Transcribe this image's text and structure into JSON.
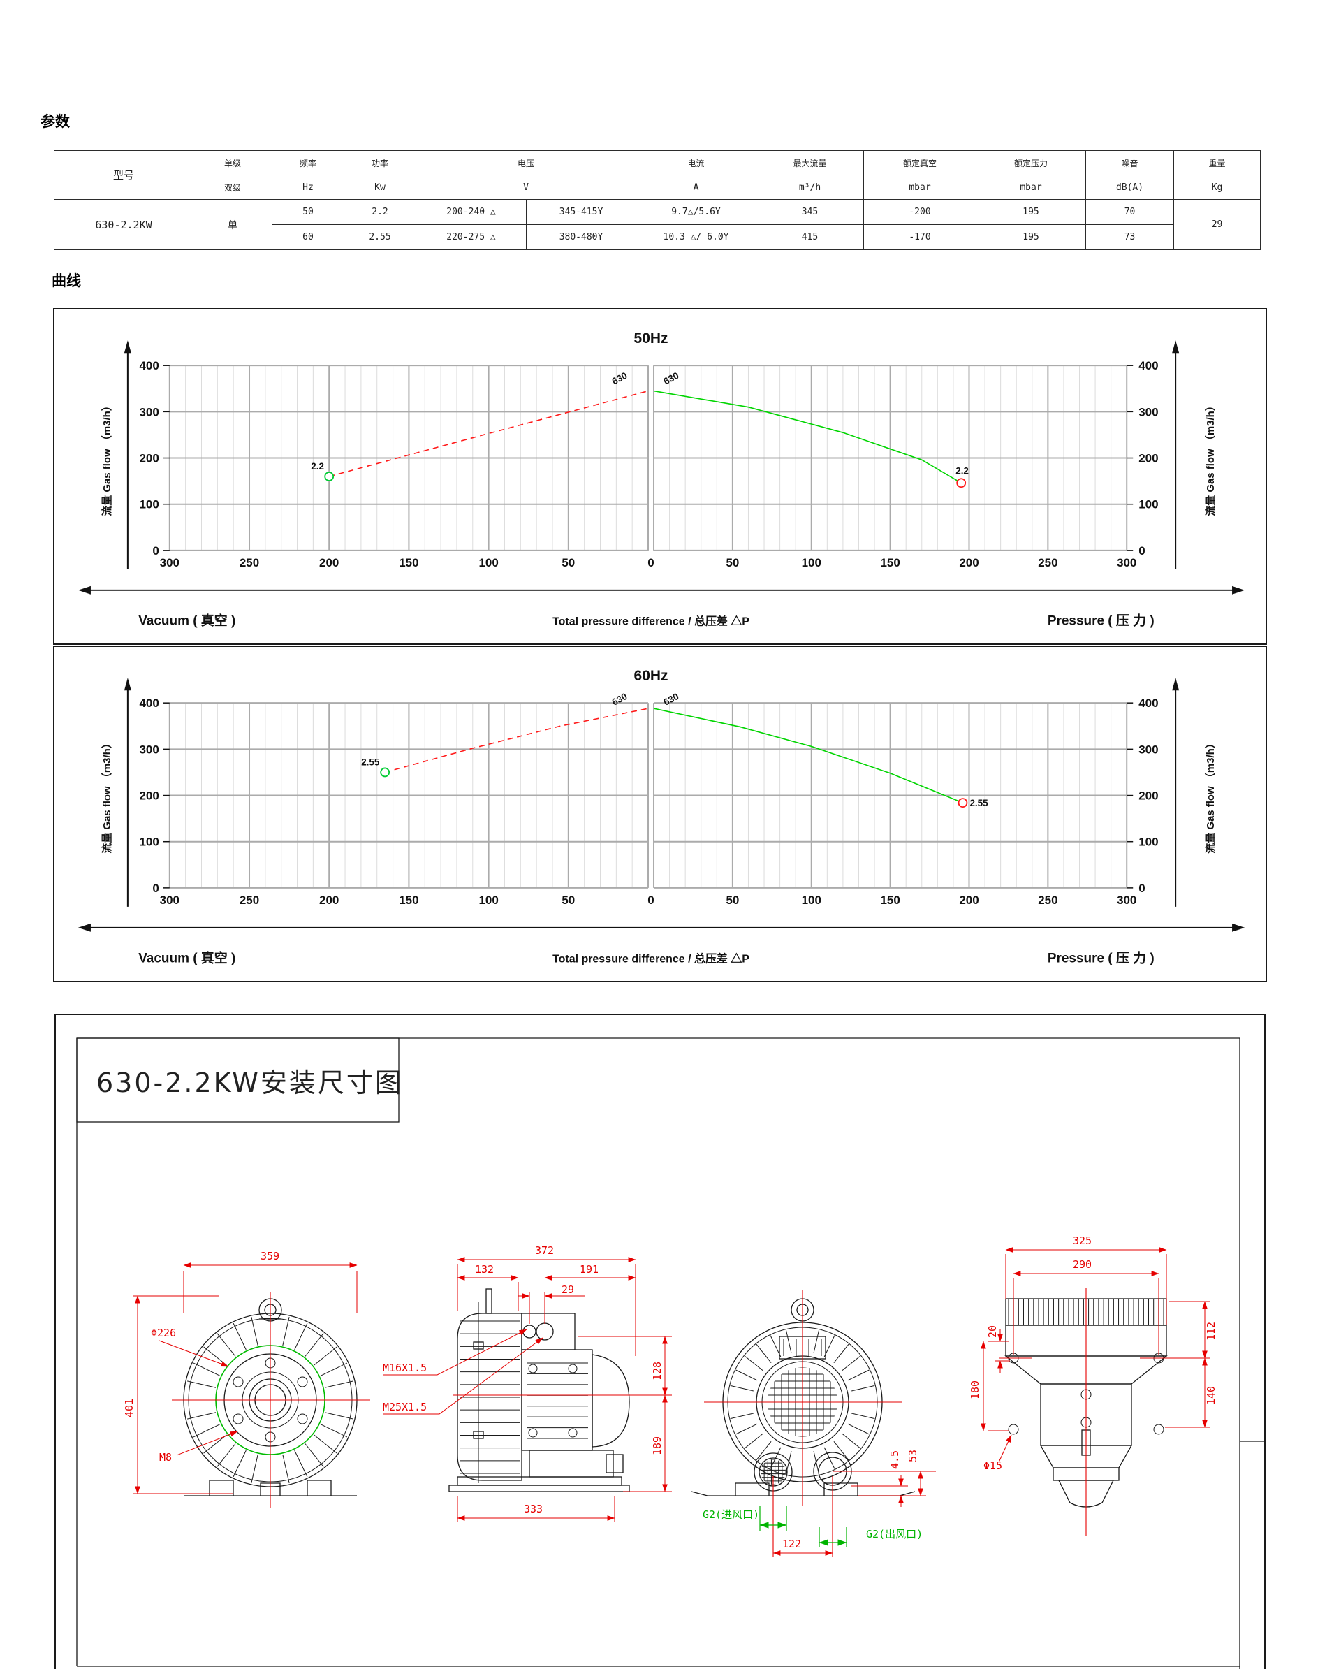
{
  "page": {
    "params_title": "参数",
    "curves_title": "曲线"
  },
  "params_table": {
    "model_header": "型号",
    "stage_top": "单级",
    "stage_bottom": "双级",
    "cols": [
      {
        "top": "频率",
        "unit": "Hz"
      },
      {
        "top": "功率",
        "unit": "Kw"
      },
      {
        "top": "电压",
        "unit": "V"
      },
      {
        "top": "电流",
        "unit": "A"
      },
      {
        "top": "最大流量",
        "unit": "m³/h"
      },
      {
        "top": "额定真空",
        "unit": "mbar"
      },
      {
        "top": "额定压力",
        "unit": "mbar"
      },
      {
        "top": "噪音",
        "unit": "dB(A)"
      },
      {
        "top": "重量",
        "unit": "Kg"
      }
    ],
    "model": "630-2.2KW",
    "stage_value": "单",
    "weight": "29",
    "rows": [
      {
        "freq": "50",
        "power": "2.2",
        "v_delta": "200-240  △",
        "v_star": "345-415Y",
        "current": "9.7△/5.6Y",
        "flow": "345",
        "vacuum": "-200",
        "pressure": "195",
        "noise": "70"
      },
      {
        "freq": "60",
        "power": "2.55",
        "v_delta": "220-275  △",
        "v_star": "380-480Y",
        "current": "10.3 △/ 6.0Y",
        "flow": "415",
        "vacuum": "-170",
        "pressure": "195",
        "noise": "73"
      }
    ]
  },
  "chart_data": [
    {
      "type": "line",
      "title": "50Hz",
      "ylabel": "流量 Gas flow （m3/h）",
      "xlabel_left": "Vacuum ( 真空 )",
      "xlabel_center": "Total pressure difference / 总压差 △P",
      "xlabel_right": "Pressure ( 压 力 )",
      "x_axis": {
        "left_max": 300,
        "right_max": 300,
        "major_step": 50,
        "minor_step": 10
      },
      "y_axis": {
        "min": 0,
        "max": 400,
        "major_step": 100
      },
      "series": [
        {
          "name": "vacuum-curve",
          "color": "#ff1a1a",
          "dash": true,
          "points": [
            [
              -200,
              160
            ],
            [
              -100,
              253
            ],
            [
              0,
              345
            ]
          ],
          "marker": {
            "x": -200,
            "y": 160,
            "color": "#00cc33",
            "label": "2.2",
            "label_dx": -26,
            "label_dy": -10
          }
        },
        {
          "name": "pressure-curve",
          "color": "#00d500",
          "dash": false,
          "points": [
            [
              0,
              345
            ],
            [
              60,
              310
            ],
            [
              120,
              255
            ],
            [
              170,
              196
            ],
            [
              195,
              146
            ]
          ],
          "marker": {
            "x": 195,
            "y": 146,
            "color": "#ff1a1a",
            "label": "2.2",
            "label_dx": -8,
            "label_dy": -13
          }
        }
      ],
      "annotations": [
        {
          "text": "630",
          "x": -17,
          "y": 366,
          "rot": -28
        },
        {
          "text": "630",
          "x": 12,
          "y": 366,
          "rot": -28
        }
      ]
    },
    {
      "type": "line",
      "title": "60Hz",
      "ylabel": "流量 Gas flow （m3/h）",
      "xlabel_left": "Vacuum ( 真空 )",
      "xlabel_center": "Total pressure difference / 总压差 △P",
      "xlabel_right": "Pressure ( 压 力 )",
      "x_axis": {
        "left_max": 300,
        "right_max": 300,
        "major_step": 50,
        "minor_step": 10
      },
      "y_axis": {
        "min": 0,
        "max": 400,
        "major_step": 100
      },
      "series": [
        {
          "name": "vacuum-curve",
          "color": "#ff1a1a",
          "dash": true,
          "points": [
            [
              -165,
              250
            ],
            [
              -110,
              302
            ],
            [
              -55,
              350
            ],
            [
              0,
              388
            ]
          ],
          "marker": {
            "x": -165,
            "y": 250,
            "color": "#00cc33",
            "label": "2.55",
            "label_dx": -34,
            "label_dy": -10
          }
        },
        {
          "name": "pressure-curve",
          "color": "#00d500",
          "dash": false,
          "points": [
            [
              0,
              388
            ],
            [
              55,
              348
            ],
            [
              100,
              306
            ],
            [
              150,
              248
            ],
            [
              196,
              184
            ]
          ],
          "marker": {
            "x": 196,
            "y": 184,
            "color": "#ff1a1a",
            "label": "2.55",
            "label_dx": 10,
            "label_dy": 5
          }
        }
      ],
      "annotations": [
        {
          "text": "630",
          "x": -17,
          "y": 402,
          "rot": -28
        },
        {
          "text": "630",
          "x": 12,
          "y": 402,
          "rot": -28
        }
      ]
    }
  ],
  "drawings": {
    "sheet_title": "630-2.2KW安装尺寸图",
    "front": {
      "width": "359",
      "height": "401",
      "impeller_circle": "Φ226",
      "bolt": "M8"
    },
    "side": {
      "total": "372",
      "fan_section": "132",
      "motor_section": "191",
      "gland_offset": "29",
      "thread_small": "M16X1.5",
      "thread_large": "M25X1.5",
      "height_upper": "128",
      "height_lower": "189",
      "base": "333"
    },
    "rear": {
      "foot_gap": "4.5",
      "port_to_base": "53",
      "port_spacing": "122",
      "inlet": "G2(进风口)",
      "outlet": "G2(出风口)"
    },
    "top": {
      "total": "325",
      "flange": "290",
      "height_upper": "112",
      "height_lower": "140",
      "height_left": "180",
      "offset_left": "20",
      "hole": "Φ15"
    }
  }
}
